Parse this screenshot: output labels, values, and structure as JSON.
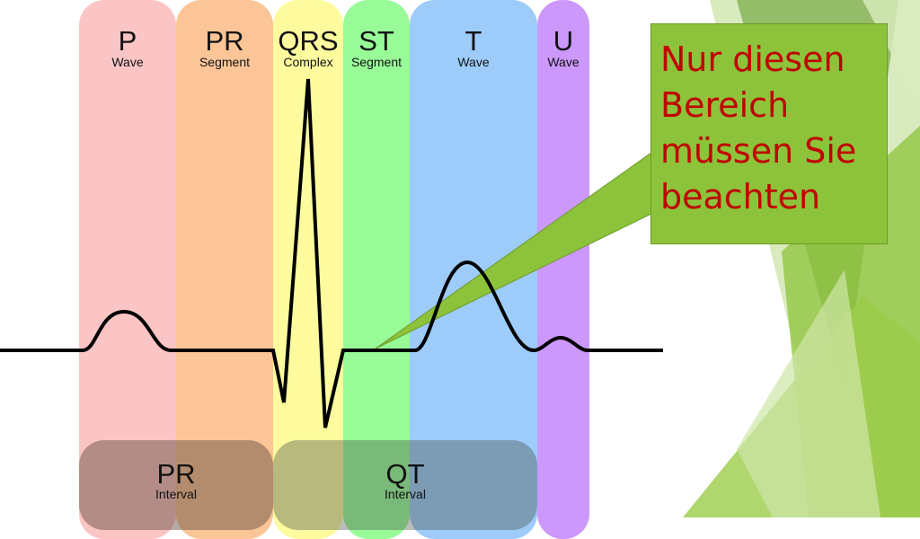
{
  "waves": [
    {
      "label": "P",
      "sublabel": "Wave"
    },
    {
      "label": "PR",
      "sublabel": "Segment"
    },
    {
      "label": "QRS",
      "sublabel": "Complex"
    },
    {
      "label": "ST",
      "sublabel": "Segment"
    },
    {
      "label": "T",
      "sublabel": "Wave"
    },
    {
      "label": "U",
      "sublabel": "Wave"
    }
  ],
  "intervals": [
    {
      "label": "PR",
      "sublabel": "Interval"
    },
    {
      "label": "QT",
      "sublabel": "Interval"
    }
  ],
  "callout": {
    "text": "Nur diesen Bereich müssen Sie beachten"
  },
  "colors": {
    "p_wave": "#fcc5c5",
    "pr_segment": "#fcc597",
    "qrs_complex": "#fdfb9e",
    "st_segment": "#98fb98",
    "t_wave": "#9dccfb",
    "u_wave": "#cc98fb",
    "callout_fill": "#8cc33a",
    "callout_text": "#c00000"
  }
}
